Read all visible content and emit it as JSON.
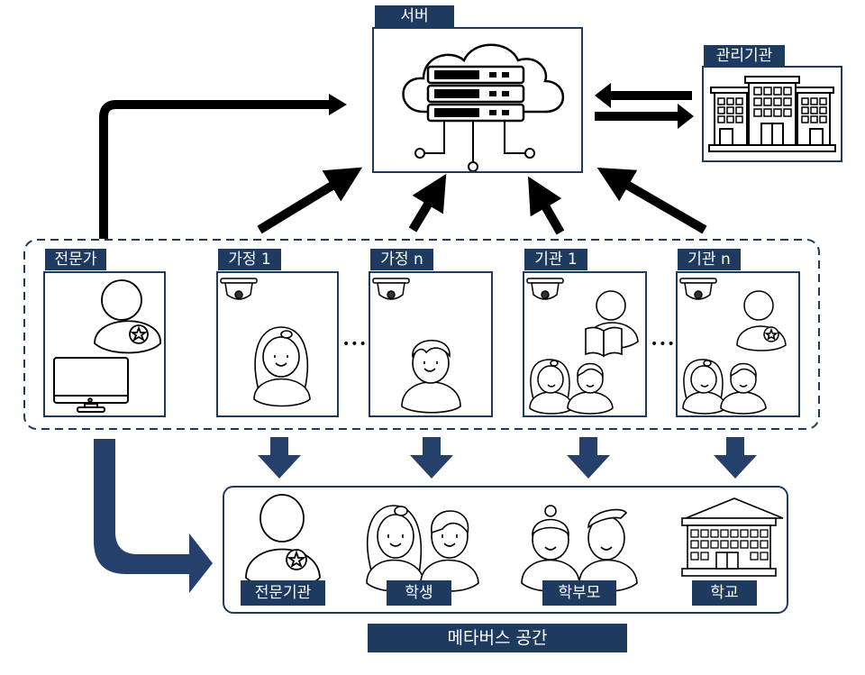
{
  "colors": {
    "navy": "#1f3a5f",
    "black": "#000000",
    "white": "#ffffff"
  },
  "server": {
    "label": "서버",
    "icon": "cloud-server-icon"
  },
  "management": {
    "label": "관리기관",
    "icon": "office-building-icon"
  },
  "sources": [
    {
      "label": "전문가",
      "icons": [
        "expert-person-icon",
        "monitor-icon"
      ]
    },
    {
      "label": "가정 1",
      "icons": [
        "cctv-camera-icon",
        "girl-icon"
      ]
    },
    {
      "label": "가정 n",
      "icons": [
        "cctv-camera-icon",
        "boy-icon"
      ]
    },
    {
      "label": "기관 1",
      "icons": [
        "cctv-camera-icon",
        "teacher-book-icon",
        "students-icon"
      ]
    },
    {
      "label": "기관 n",
      "icons": [
        "cctv-camera-icon",
        "expert-person-icon",
        "students-icon"
      ]
    }
  ],
  "ellipsis": "•••",
  "metaverse": {
    "title": "메타버스 공간",
    "members": [
      {
        "label": "전문기관",
        "icon": "expert-person-icon"
      },
      {
        "label": "학생",
        "icon": "students-icon"
      },
      {
        "label": "학부모",
        "icon": "parents-icon"
      },
      {
        "label": "학교",
        "icon": "school-building-icon"
      }
    ]
  }
}
